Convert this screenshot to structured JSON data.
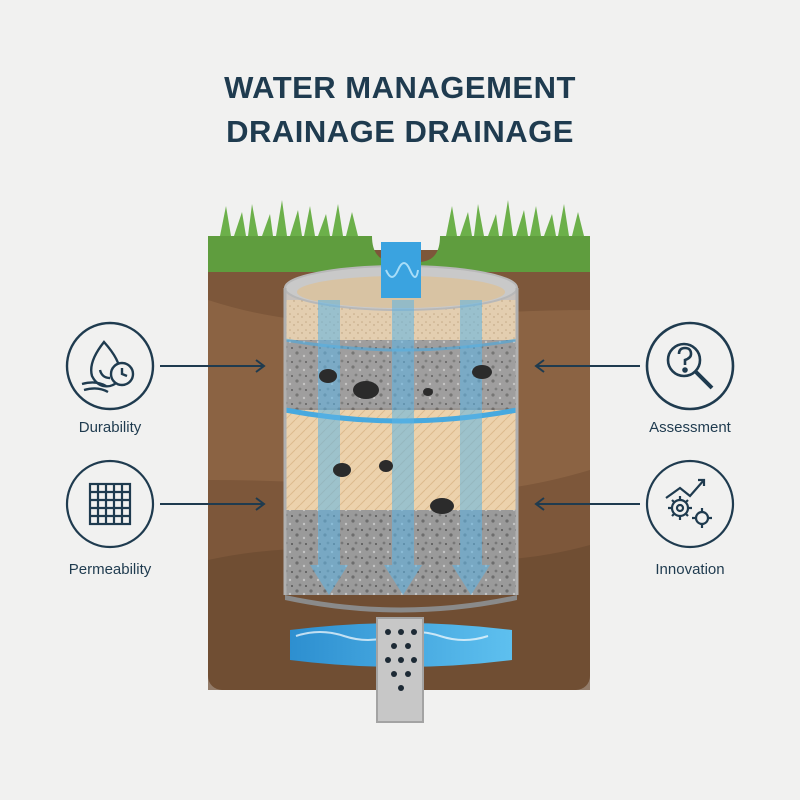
{
  "title": {
    "line1": "WATER MANAGEMENT",
    "line2": "DRAINAGE DRAINAGE"
  },
  "features": {
    "left": [
      {
        "label": "Durability",
        "icon": "water-drop-clock-icon"
      },
      {
        "label": "Permeability",
        "icon": "mesh-grid-icon"
      }
    ],
    "right": [
      {
        "label": "Assessment",
        "icon": "magnifier-question-icon"
      },
      {
        "label": "Innovation",
        "icon": "gears-arrow-icon"
      }
    ]
  },
  "colors": {
    "title": "#1f3b4f",
    "icon_stroke": "#1f3b4f",
    "grass": "#6ea84a",
    "soil": "#80593c",
    "sand": "#e8c9a0",
    "gravel": "#8b8b8b",
    "water": "#47a9df"
  }
}
